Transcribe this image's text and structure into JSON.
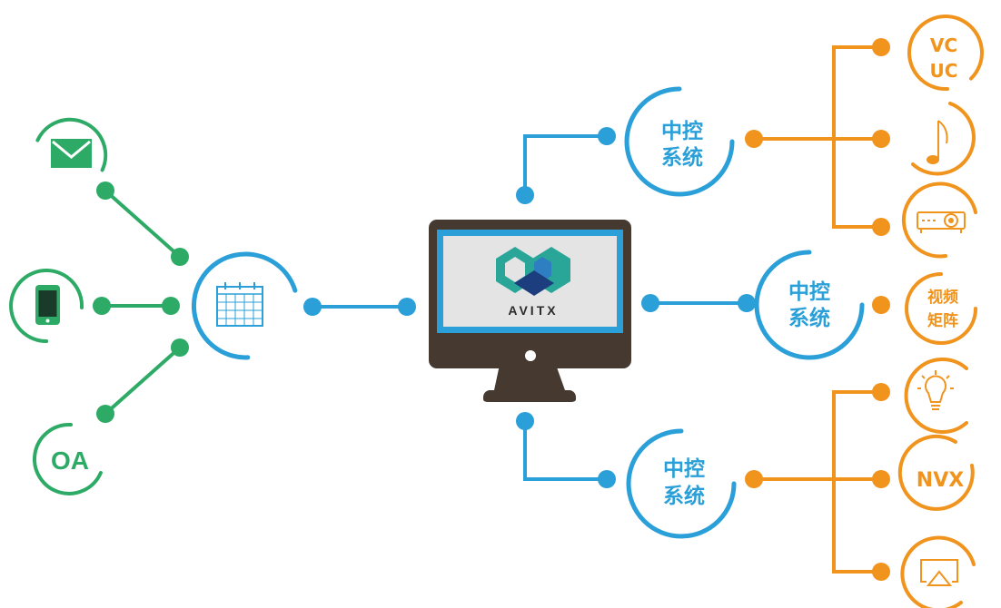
{
  "colors": {
    "green": "#2dab66",
    "blue": "#2a9fd8",
    "orange": "#f0941e",
    "monitor": "#463a30",
    "screen_bg": "#e4e4e4"
  },
  "left": {
    "email_icon": "envelope-icon",
    "phone_icon": "smartphone-icon",
    "oa_label": "OA",
    "calendar_icon": "calendar-icon"
  },
  "center": {
    "brand_name": "AVITX",
    "logo_icon": "avitx-cube-logo"
  },
  "controllers": [
    {
      "line1": "中控",
      "line2": "系统"
    },
    {
      "line1": "中控",
      "line2": "系统"
    },
    {
      "line1": "中控",
      "line2": "系统"
    }
  ],
  "devices": {
    "vcuc": {
      "line1": "VC",
      "line2": "UC"
    },
    "audio_icon": "music-note-icon",
    "projector_icon": "projector-icon",
    "matrix": {
      "line1": "视频",
      "line2": "矩阵"
    },
    "light_icon": "lightbulb-icon",
    "nvx_label": "NVX",
    "airplay_icon": "airplay-icon"
  }
}
